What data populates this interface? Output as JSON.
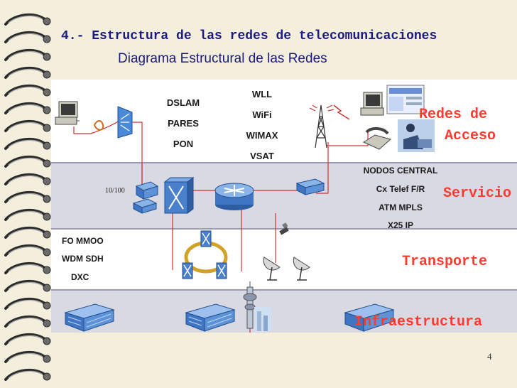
{
  "slide": {
    "title": "4.- Estructura de las redes de telecomunicaciones",
    "subtitle": "Diagrama Estructural de las Redes",
    "page_number": "4"
  },
  "layers": {
    "access": [
      "Redes de",
      "Acceso"
    ],
    "services": "Servicio",
    "transport": "Transporte",
    "infrastructure": "Infraestructura"
  },
  "labels": {
    "wired_access": [
      "DSLAM",
      "PARES",
      "PON"
    ],
    "wireless_access": [
      "WLL",
      "WiFi",
      "WIMAX",
      "VSAT"
    ],
    "nodes": [
      "NODOS CENTRAL",
      "Cx Telef  F/R",
      "ATM  MPLS",
      "X25   IP"
    ],
    "transport_tech": [
      "FO  MMOO",
      "WDM  SDH",
      "DXC"
    ],
    "link_speed": "10/100"
  }
}
